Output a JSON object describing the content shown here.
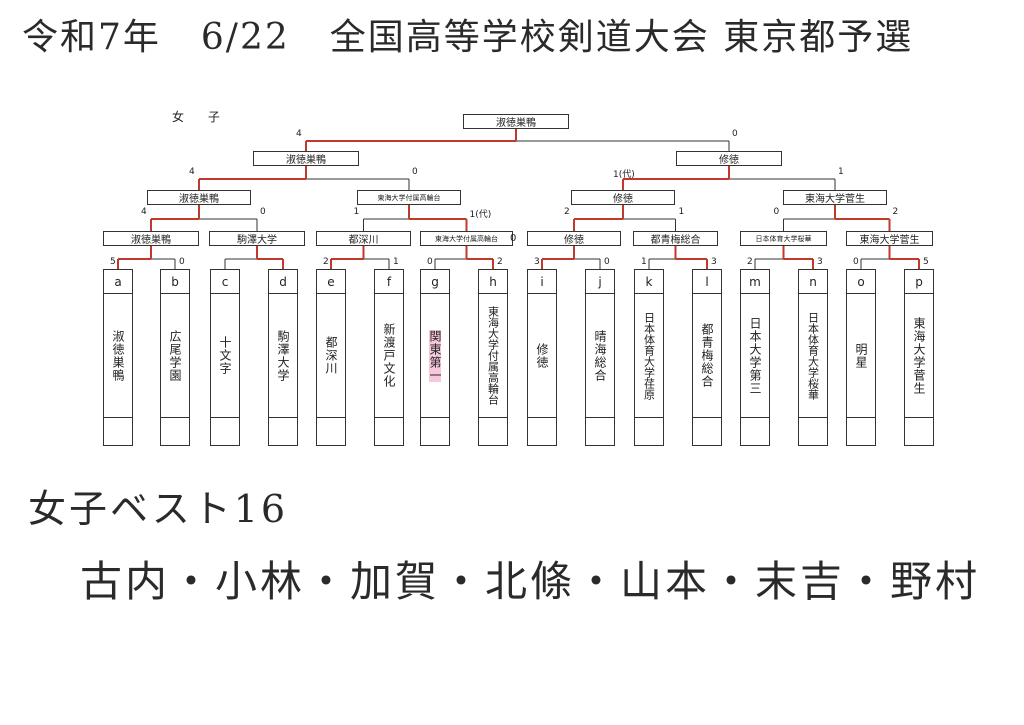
{
  "header": {
    "era": "令和7年",
    "date": "6/22",
    "event": "全国高等学校剣道大会 東京都予選"
  },
  "section_label": "女 子",
  "colors": {
    "winner_line": "#c0392b",
    "line": "#333333",
    "highlight": "#f6c8dc"
  },
  "teams": [
    {
      "letter": "a",
      "name": "淑徳巣鴨",
      "score": "5",
      "won": true
    },
    {
      "letter": "b",
      "name": "広尾学園",
      "score": "0",
      "won": false
    },
    {
      "letter": "c",
      "name": "十文字",
      "score": "",
      "won": false
    },
    {
      "letter": "d",
      "name": "駒澤大学",
      "score": "",
      "won": true
    },
    {
      "letter": "e",
      "name": "都深川",
      "score": "2",
      "won": true
    },
    {
      "letter": "f",
      "name": "新渡戸文化",
      "score": "1",
      "won": false
    },
    {
      "letter": "g",
      "name": "関東第一",
      "score": "0",
      "won": false,
      "highlight": true
    },
    {
      "letter": "h",
      "name": "東海大学付属高輪台",
      "score": "2",
      "won": true
    },
    {
      "letter": "i",
      "name": "修徳",
      "score": "3",
      "won": true
    },
    {
      "letter": "j",
      "name": "晴海総合",
      "score": "0",
      "won": false
    },
    {
      "letter": "k",
      "name": "日本体育大学荏原",
      "score": "1",
      "won": false
    },
    {
      "letter": "l",
      "name": "都青梅総合",
      "score": "3",
      "won": true
    },
    {
      "letter": "m",
      "name": "日本大学第三",
      "score": "2",
      "won": false
    },
    {
      "letter": "n",
      "name": "日本体育大学桜華",
      "score": "3",
      "won": true
    },
    {
      "letter": "o",
      "name": "明星",
      "score": "0",
      "won": false
    },
    {
      "letter": "p",
      "name": "東海大学菅生",
      "score": "5",
      "won": true
    }
  ],
  "rounds": [
    [
      {
        "name": "淑徳巣鴨",
        "score": "4",
        "won": true
      },
      {
        "name": "駒澤大学",
        "score": "0",
        "won": false
      },
      {
        "name": "都深川",
        "score": "1",
        "won": false
      },
      {
        "name": "東海大学付属高輪台",
        "score": "1(代)",
        "won": true,
        "small": true
      },
      {
        "name": "修徳",
        "score": "2",
        "won": true
      },
      {
        "name": "都青梅総合",
        "score": "1",
        "won": false
      },
      {
        "name": "日本体育大学桜華",
        "score": "0",
        "won": false,
        "small": true
      },
      {
        "name": "東海大学菅生",
        "score": "2",
        "won": true
      }
    ],
    [
      {
        "name": "淑徳巣鴨",
        "score": "4",
        "won": true
      },
      {
        "name": "東海大学付属高輪台",
        "score": "0",
        "won": false,
        "small": true
      },
      {
        "name": "修徳",
        "score": "1(代)",
        "won": true
      },
      {
        "name": "東海大学菅生",
        "score": "1",
        "won": false
      }
    ],
    [
      {
        "name": "淑徳巣鴨",
        "score": "4",
        "won": true
      },
      {
        "name": "修徳",
        "score": "0",
        "won": false
      }
    ],
    [
      {
        "name": "淑徳巣鴨",
        "score": "",
        "won": true
      }
    ]
  ],
  "extra_score": {
    "value": "0"
  },
  "best16": {
    "label": "女子ベスト16",
    "names": "古内・小林・加賀・北條・山本・末吉・野村"
  }
}
